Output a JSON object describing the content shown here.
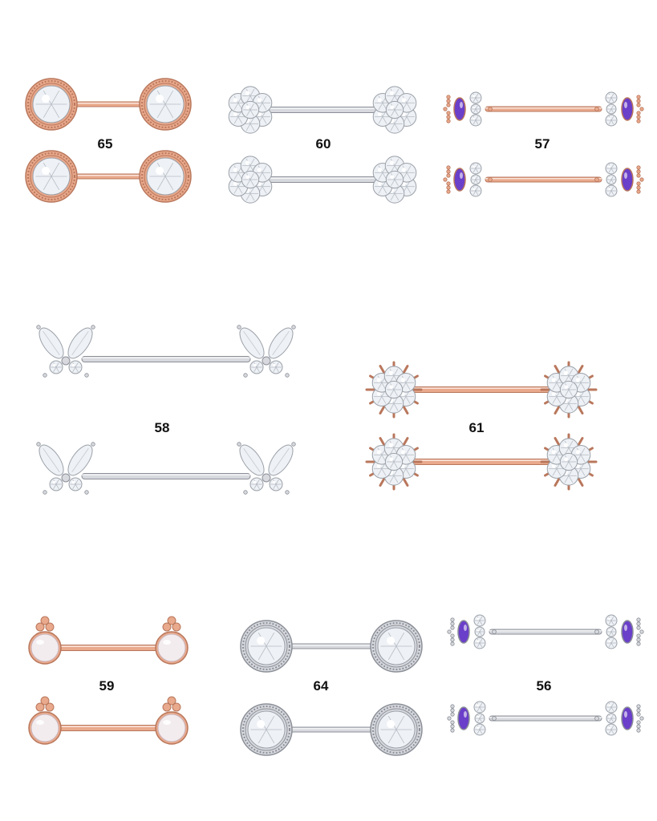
{
  "catalog": {
    "items": [
      {
        "number": "65",
        "style": "round-bezel-gem",
        "finish": "rose-gold"
      },
      {
        "number": "60",
        "style": "flower-cluster",
        "finish": "silver"
      },
      {
        "number": "57",
        "style": "clover-amethyst",
        "finish": "rose-gold"
      },
      {
        "number": "58",
        "style": "butterfly",
        "finish": "silver"
      },
      {
        "number": "61",
        "style": "sunburst-flower",
        "finish": "rose-gold"
      },
      {
        "number": "59",
        "style": "pearl-trinity",
        "finish": "rose-gold"
      },
      {
        "number": "64",
        "style": "round-bezel-gem",
        "finish": "silver"
      },
      {
        "number": "56",
        "style": "clover-amethyst",
        "finish": "silver"
      }
    ]
  },
  "colors": {
    "background": "#ffffff",
    "label": "#111111",
    "rose_gold": "#e9a98c",
    "rose_gold_dark": "#b9775c",
    "silver": "#d7d9de",
    "silver_dark": "#8b8f97",
    "crystal": "#eef1f5",
    "amethyst": "#6a3fc9",
    "pearl": "#f3ecef"
  }
}
